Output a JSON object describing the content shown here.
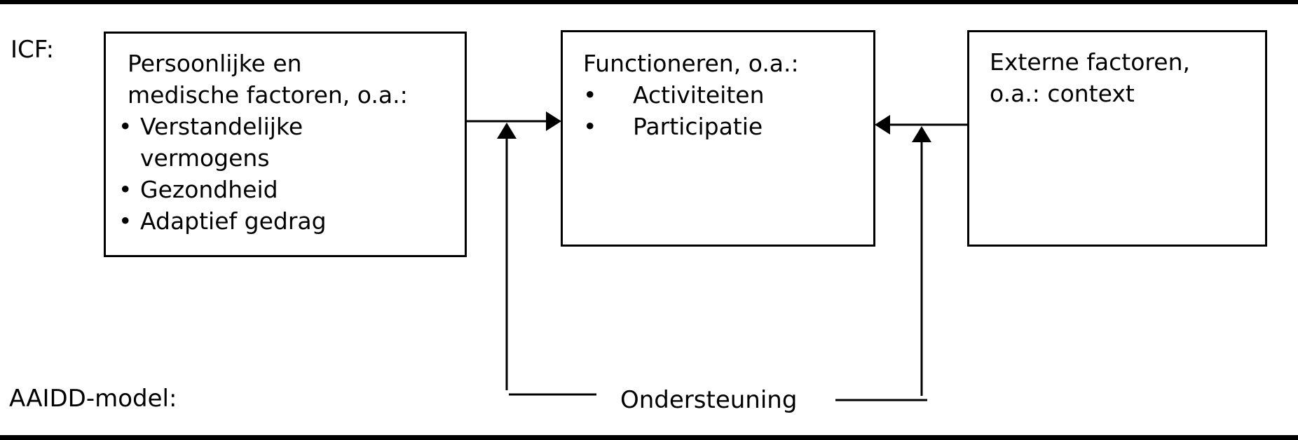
{
  "diagram": {
    "icf_label": "ICF:",
    "aaidd_label": "AAIDD-model:",
    "support_label": "Ondersteuning",
    "boxes": {
      "personal": {
        "title_lines": [
          "Persoonlijke en",
          "medische factoren, o.a.:"
        ],
        "bullets": [
          "Verstandelijke vermogens",
          "Gezondheid",
          "Adaptief gedrag"
        ]
      },
      "functioning": {
        "title": "Functioneren, o.a.:",
        "bullets": [
          "Activiteiten",
          "Participatie"
        ]
      },
      "external": {
        "title_lines": [
          "Externe factoren,",
          "o.a.: context"
        ]
      }
    },
    "colors": {
      "ink": "#000000",
      "paper": "#ffffff"
    }
  }
}
